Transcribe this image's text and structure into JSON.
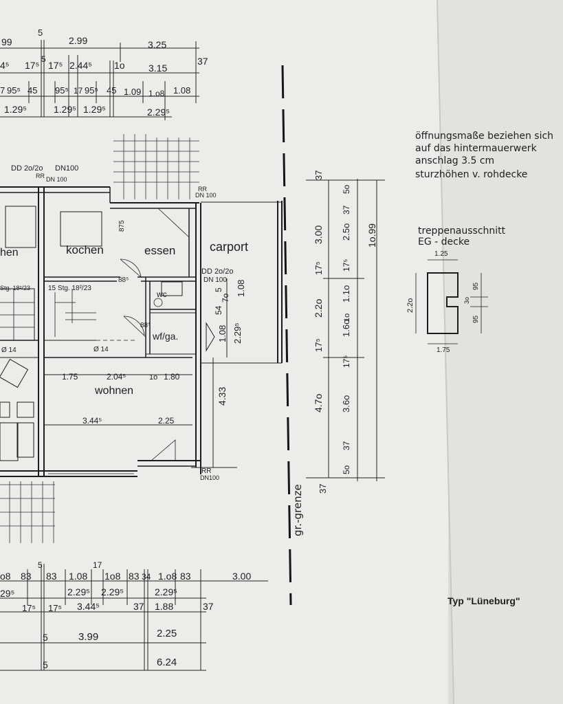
{
  "rooms": {
    "kochen": "kochen",
    "essen": "essen",
    "carport": "carport",
    "wohnen": "wohnen",
    "hen": "hen",
    "wc": "wc",
    "wfga": "wf/ga."
  },
  "labels": {
    "dd_top": "DD 2o/2o",
    "dn_top": "DN100",
    "rr_top": "RR",
    "dn_top2": "DN 100",
    "rr_right": "RR",
    "dn_right": "DN 100",
    "dd_wc": "DD 2o/2o",
    "dn_wc": "DN 100",
    "rr_bottom": "RR",
    "dn_bottom": "DN100",
    "stg_left": "Stg. 18²/23",
    "stg_mid": "15 Stg. 18²/23",
    "phi_left": "Ø 14",
    "phi_mid": "Ø 14",
    "n88a": "88⁵",
    "n88b": "88⁵",
    "n875": "875",
    "gr_grenze": "gr.-grenze"
  },
  "top_dims": {
    "row1": [
      "99",
      "5",
      "2.99",
      "3.25"
    ],
    "row2": [
      "4⁵",
      "17⁵",
      "5",
      "17⁵",
      "2.44⁵",
      "1o",
      "3.15",
      "37"
    ],
    "row3": [
      "7",
      "95⁵",
      "45",
      "95⁵",
      "17",
      "95⁵",
      "45",
      "1.09",
      "1.o8",
      "1.08"
    ],
    "row4": [
      "1.29⁵",
      "1.29⁵",
      "1.29⁵",
      "2.29⁵"
    ]
  },
  "plan_dims": {
    "w1": "1.75",
    "w2": "2.04⁵",
    "w3": "1o",
    "w4": "1.80",
    "b1": "3.44⁵",
    "b2": "2.25",
    "v1": "4.33",
    "v2": "1.08",
    "v3": "2.29⁵",
    "v4": "5",
    "v5": "54",
    "v6": "7o",
    "v7": "1.08"
  },
  "right_dims": {
    "col1": [
      "37",
      "3.00",
      "17⁵",
      "2.2o",
      "17⁵",
      "4.7o",
      "37"
    ],
    "col2": [
      "5o",
      "2.5o",
      "37",
      "17⁵",
      "1.1o",
      "1.6o",
      "1o",
      "17⁵",
      "3.6o",
      "37",
      "5o"
    ],
    "total": "1o.99"
  },
  "bottom_dims": {
    "row1": [
      "o8",
      "83",
      "5",
      "83",
      "1.08",
      "17",
      "1o8",
      "83",
      "34",
      "1.o8",
      "83",
      "3.00"
    ],
    "row2": [
      "29⁵",
      "2.29⁵",
      "2.29⁵",
      "2.29⁵"
    ],
    "row3": [
      "17⁵",
      "17⁵",
      "3.44⁵",
      "37",
      "1.88",
      "37"
    ],
    "row4": [
      "5",
      "3.99",
      "2.25"
    ],
    "row5": [
      "5",
      "6.24"
    ]
  },
  "notes": {
    "line1": "öffnungsmaße beziehen sich",
    "line2": "auf das hintermauerwerk",
    "line3": "anschlag 3.5 cm",
    "line4": "sturzhöhen  v. rohdecke"
  },
  "detail": {
    "title1": "treppenausschnitt",
    "title2": "EG - decke",
    "dim_top": "1.25",
    "dim_left": "2.2o",
    "dim_r1": "95",
    "dim_r2": "3o",
    "dim_r3": "95",
    "dim_bottom": "1.75"
  },
  "type_label": "Typ \"Lüneburg\""
}
